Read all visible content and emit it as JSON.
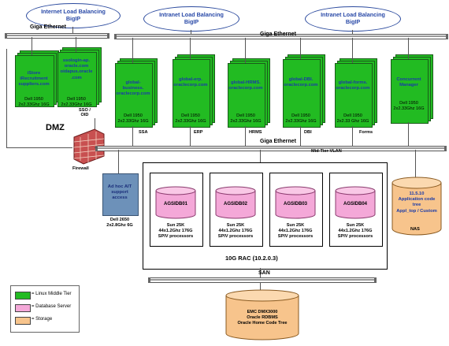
{
  "lb_top_left": "Internet Load Balancing\nBigIP",
  "lb_top_mid": "Intranet Load Balancing\nBigIP",
  "lb_top_right": "Intranet Load Balancing\nBigIP",
  "bus_giga_left": "Giga Ethernet",
  "bus_giga_right": "Giga Ethernet",
  "bus_giga_mid": "Giga Ethernet",
  "bus_mid_tier_vlan": "Mid-Tier-VLAN",
  "bus_san": "SAN",
  "dmz_label": "DMZ",
  "firewall_label": "Firewall",
  "servers": [
    {
      "text": "iStore\niRecruitment\nsuppliers.com",
      "dell": "Dell 1950\n2x2.33Ghz 16G",
      "tag": ""
    },
    {
      "text": "ssologin-ap.\noracle.com\noidapus.oracle\n.com",
      "dell": "Dell 1950\n2x2.33Ghz 16G",
      "tag": "SSO /\nOID"
    },
    {
      "text": "global-\nbusiness.\noraclecorp.com",
      "dell": "Dell 1950\n2x2.33Ghz 16G",
      "tag": "SSA"
    },
    {
      "text": "global-erp.\noraclecorp.com",
      "dell": "Dell 1950\n2x2.33Ghz 16G",
      "tag": "ERP"
    },
    {
      "text": "global-HRMS.\noraclecorp.com",
      "dell": "Dell 1950\n2x2.33Ghz 16G",
      "tag": "HRMS"
    },
    {
      "text": "global-DBI.\noraclecorp.com",
      "dell": "Dell 1950\n2x2.33Ghz 16G",
      "tag": "DBI"
    },
    {
      "text": "global-forms.\noraclecorp.com",
      "dell": "Dell 1950\n2x2.33 Ghz 16G",
      "tag": "Forms"
    },
    {
      "text": "Concurrent\nManager",
      "dell": "Dell 1950\n2x2.33Ghz 16G",
      "tag": ""
    }
  ],
  "adhoc_text": "Ad hoc AIT\nsupport\naccess",
  "adhoc_dell": "Dell 2650\n2x2.8Ghz 6G",
  "db_nodes": [
    {
      "name": "AGSIDB01",
      "spec": "Sun 25K\n44x1.2Ghz 176G\nSPIV processors"
    },
    {
      "name": "AGSIDB02",
      "spec": "Sun 25K\n44x1.2Ghz 176G\nSPIV processors"
    },
    {
      "name": "AGSIDB03",
      "spec": "Sun 25K\n44x1.2Ghz 176G\nSPIV processors"
    },
    {
      "name": "AGSIDB04",
      "spec": "Sun 25K\n44x1.2Ghz 176G\nSPIV processors"
    }
  ],
  "rac_label": "10G RAC (10.2.0.3)",
  "nas_text": "11.5.10\nApplication code\ntree\nAppl_top / Custom",
  "nas_label": "NAS",
  "san_storage_text": "EMC DMX3000\nOracle RDBMS\nOracle Home Code Tree",
  "legend": [
    {
      "label": "= Linux Middle Tier",
      "color": "#22bb22"
    },
    {
      "label": "= Database Server",
      "color": "#f4a8d8"
    },
    {
      "label": "= Storage",
      "color": "#f7c48c"
    }
  ]
}
